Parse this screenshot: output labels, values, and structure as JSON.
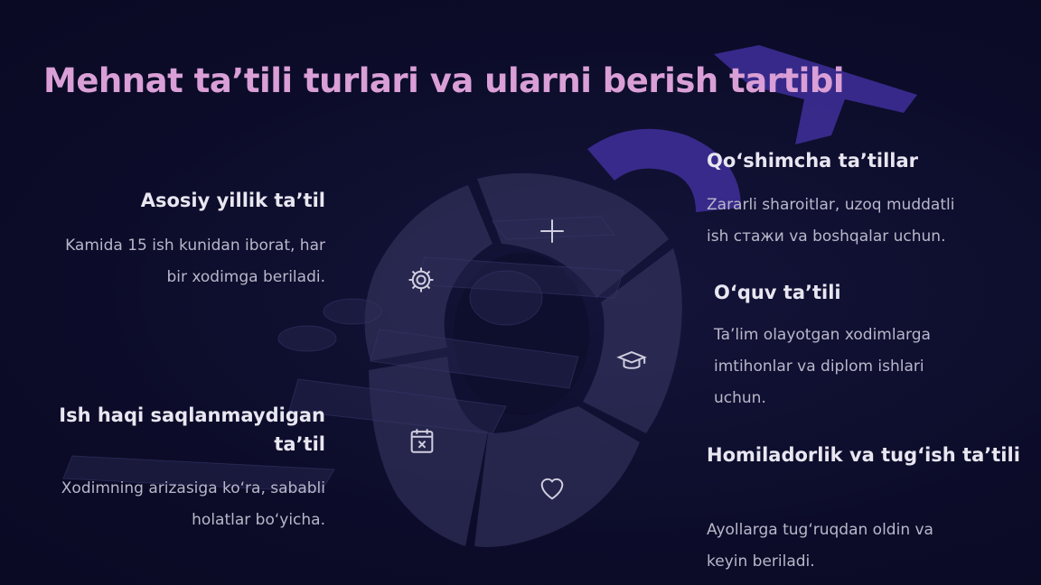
{
  "title": "Mehnat ta’tili turlari va ularni berish tartibi",
  "items": {
    "annual": {
      "title": "Asosiy yillik ta’til",
      "desc_1": "Kamida 15 ish kunidan iborat, har",
      "desc_2": "bir xodimga beriladi."
    },
    "unpaid": {
      "title_1": "Ish haqi saqlanmaydigan",
      "title_2": "ta’til",
      "desc_1": "Xodimning arizasiga ko‘ra, sababli",
      "desc_2": "holatlar bo‘yicha."
    },
    "additional": {
      "title": "Qo‘shimcha ta’tillar",
      "desc_1": "Zararli sharoitlar, uzoq muddatli",
      "desc_2": "ish стажи va boshqalar uchun."
    },
    "study": {
      "title": "O‘quv ta’tili",
      "desc_1": "Ta’lim olayotgan xodimlarga",
      "desc_2": "imtihonlar va diplom ishlari",
      "desc_3": "uchun."
    },
    "maternity": {
      "title": "Homiladorlik va tug‘ish ta’tili",
      "desc_1": "Ayollarga tug‘ruqdan oldin va",
      "desc_2": "keyin beriladi."
    }
  },
  "icons": [
    "gear-icon",
    "plus-icon",
    "graduation-cap-icon",
    "heart-icon",
    "calendar-x-icon"
  ],
  "colors": {
    "title": "#d99fd6",
    "wheel": "#3a3a66",
    "watermark": "#3f2f9a"
  }
}
